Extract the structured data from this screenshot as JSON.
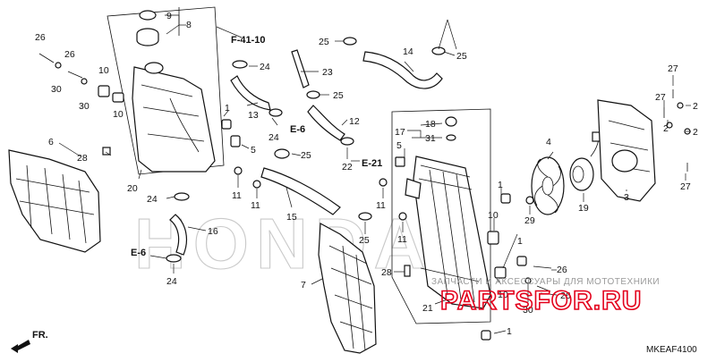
{
  "diagram": {
    "code": "MKEAF4100",
    "front_label": "FR.",
    "watermark_brand": "HONDA",
    "watermark_text": "ЗАПЧАСТИ И АКСЕССУАРЫ ДЛЯ МОТОТЕХНИКИ",
    "watermark_site": "PARTSFOR.RU",
    "accent_color": "#e3001b",
    "refs": {
      "f4110": "F-41-10",
      "e6a": "E-6",
      "e6b": "E-6",
      "e21": "E-21"
    },
    "labels": [
      {
        "id": "l9",
        "text": "9"
      },
      {
        "id": "l8",
        "text": "8"
      },
      {
        "id": "l26a",
        "text": "26"
      },
      {
        "id": "l26b",
        "text": "26"
      },
      {
        "id": "l10a",
        "text": "10"
      },
      {
        "id": "l10b",
        "text": "10"
      },
      {
        "id": "l30a",
        "text": "30"
      },
      {
        "id": "l30b",
        "text": "30"
      },
      {
        "id": "l24a",
        "text": "24"
      },
      {
        "id": "l23",
        "text": "23"
      },
      {
        "id": "l25a",
        "text": "25"
      },
      {
        "id": "l14",
        "text": "14"
      },
      {
        "id": "l25b",
        "text": "25"
      },
      {
        "id": "l25c",
        "text": "25"
      },
      {
        "id": "l13",
        "text": "13"
      },
      {
        "id": "l24b",
        "text": "24"
      },
      {
        "id": "l12",
        "text": "12"
      },
      {
        "id": "l1a",
        "text": "1"
      },
      {
        "id": "l5a",
        "text": "5"
      },
      {
        "id": "l25d",
        "text": "25"
      },
      {
        "id": "l22",
        "text": "22"
      },
      {
        "id": "l6",
        "text": "6"
      },
      {
        "id": "l28a",
        "text": "28"
      },
      {
        "id": "l20",
        "text": "20"
      },
      {
        "id": "l11a",
        "text": "11"
      },
      {
        "id": "l11b",
        "text": "11"
      },
      {
        "id": "l24c",
        "text": "24"
      },
      {
        "id": "l15",
        "text": "15"
      },
      {
        "id": "l16",
        "text": "16"
      },
      {
        "id": "l24d",
        "text": "24"
      },
      {
        "id": "l7",
        "text": "7"
      },
      {
        "id": "l25e",
        "text": "25"
      },
      {
        "id": "l17",
        "text": "17"
      },
      {
        "id": "l18",
        "text": "18"
      },
      {
        "id": "l31",
        "text": "31"
      },
      {
        "id": "l5b",
        "text": "5"
      },
      {
        "id": "l11c",
        "text": "11"
      },
      {
        "id": "l11d",
        "text": "11"
      },
      {
        "id": "l28b",
        "text": "28"
      },
      {
        "id": "l21",
        "text": "21"
      },
      {
        "id": "l1b",
        "text": "1"
      },
      {
        "id": "l10c",
        "text": "10"
      },
      {
        "id": "l10d",
        "text": "10"
      },
      {
        "id": "l1c",
        "text": "1"
      },
      {
        "id": "l26c",
        "text": "26"
      },
      {
        "id": "l26d",
        "text": "26"
      },
      {
        "id": "l30c",
        "text": "30"
      },
      {
        "id": "l1d",
        "text": "1"
      },
      {
        "id": "l4",
        "text": "4"
      },
      {
        "id": "l29",
        "text": "29"
      },
      {
        "id": "l19",
        "text": "19"
      },
      {
        "id": "l3",
        "text": "3"
      },
      {
        "id": "l27a",
        "text": "27"
      },
      {
        "id": "l27b",
        "text": "27"
      },
      {
        "id": "l27c",
        "text": "27"
      },
      {
        "id": "l2a",
        "text": "2"
      },
      {
        "id": "l2b",
        "text": "2"
      },
      {
        "id": "l2c",
        "text": "2"
      }
    ]
  }
}
